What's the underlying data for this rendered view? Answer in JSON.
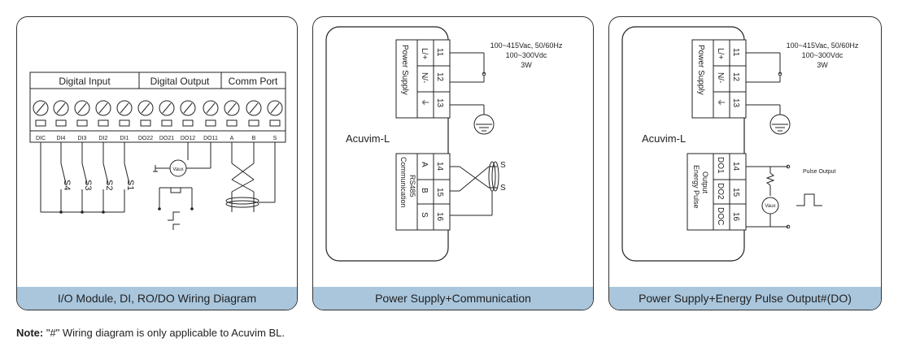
{
  "panels": [
    {
      "caption": "I/O Module, DI, RO/DO Wiring Diagram",
      "groups": [
        "Digital Input",
        "Digital Output",
        "Comm Port"
      ],
      "terminals": [
        "DIC",
        "DI4",
        "DI3",
        "DI2",
        "DI1",
        "DO22",
        "DO21",
        "DO12",
        "DO11",
        "A",
        "B",
        "S"
      ],
      "switches": [
        "S4",
        "S3",
        "S2",
        "S1"
      ],
      "vaux": "Vaux"
    },
    {
      "caption": "Power Supply+Communication",
      "device": "Acuvim-L",
      "power_block_label": "Power Supply",
      "power_terms": [
        "L/+",
        "N/-",
        "⏚"
      ],
      "power_nums": [
        "11",
        "12",
        "13"
      ],
      "supply_text": [
        "100~415Vac, 50/60Hz",
        "100~300Vdc",
        "3W"
      ],
      "comm_block_label": [
        "RS485",
        "Communication"
      ],
      "comm_terms": [
        "A",
        "B",
        "S"
      ],
      "comm_nums": [
        "14",
        "15",
        "16"
      ],
      "shield": [
        "S",
        "S"
      ]
    },
    {
      "caption": "Power Supply+Energy Pulse Output#(DO)",
      "device": "Acuvim-L",
      "power_block_label": "Power Supply",
      "power_terms": [
        "L/+",
        "N/-",
        "⏚"
      ],
      "power_nums": [
        "11",
        "12",
        "13"
      ],
      "supply_text": [
        "100~415Vac, 50/60Hz",
        "100~300Vdc",
        "3W"
      ],
      "pulse_block_label": [
        "Energy Pulse",
        "Output"
      ],
      "pulse_terms": [
        "DO1",
        "DO2",
        "DOC"
      ],
      "pulse_nums": [
        "14",
        "15",
        "16"
      ],
      "pulse_output": "Pulse Output",
      "vaux": "Vaux"
    }
  ],
  "note": {
    "label": "Note:",
    "text": " \"#\" Wiring diagram is only applicable to Acuvim BL."
  }
}
